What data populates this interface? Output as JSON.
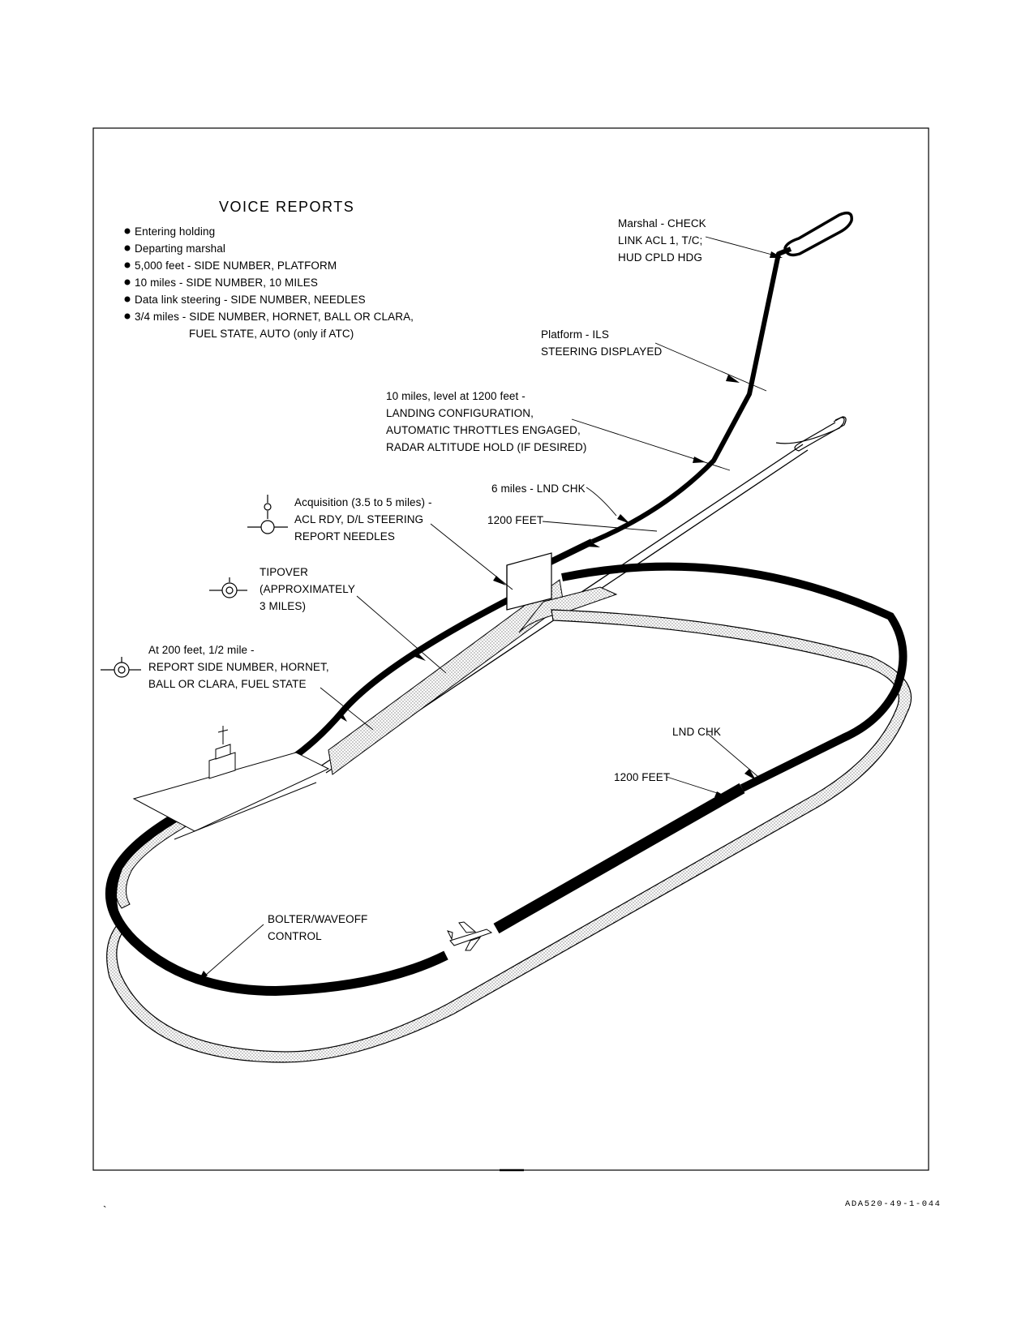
{
  "title": "VOICE REPORTS",
  "voice_reports": [
    "Entering holding",
    "Departing marshal",
    "5,000 feet - SIDE NUMBER, PLATFORM",
    "10 miles - SIDE NUMBER, 10 MILES",
    "Data link steering - SIDE NUMBER, NEEDLES",
    "3/4 miles - SIDE NUMBER, HORNET, BALL OR CLARA,"
  ],
  "voice_reports_continuation": "FUEL STATE, AUTO (only if ATC)",
  "callouts": {
    "marshal": [
      "Marshal - CHECK",
      "LINK ACL 1, T/C;",
      "HUD CPLD HDG"
    ],
    "platform": [
      "Platform - ILS",
      "STEERING DISPLAYED"
    ],
    "ten_miles": [
      "10 miles, level at 1200 feet -",
      "LANDING CONFIGURATION,",
      "AUTOMATIC THROTTLES ENGAGED,",
      "RADAR ALTITUDE HOLD (IF DESIRED)"
    ],
    "six_miles": [
      "6 miles - LND CHK"
    ],
    "feet_1200_upper": [
      "1200 FEET"
    ],
    "acquisition": [
      "Acquisition (3.5 to 5 miles) -",
      "ACL RDY, D/L STEERING",
      "REPORT NEEDLES"
    ],
    "tipover": [
      "TIPOVER",
      "(APPROXIMATELY",
      "3 MILES)"
    ],
    "at_200": [
      "At 200 feet, 1/2 mile -",
      "REPORT SIDE NUMBER, HORNET,",
      "BALL OR CLARA, FUEL STATE"
    ],
    "lnd_chk": [
      "LND CHK"
    ],
    "feet_1200_lower": [
      "1200 FEET"
    ],
    "bolter": [
      "BOLTER/WAVEOFF",
      "CONTROL"
    ]
  },
  "figure_id": "ADA520-49-1-044",
  "stray_mark": "`"
}
